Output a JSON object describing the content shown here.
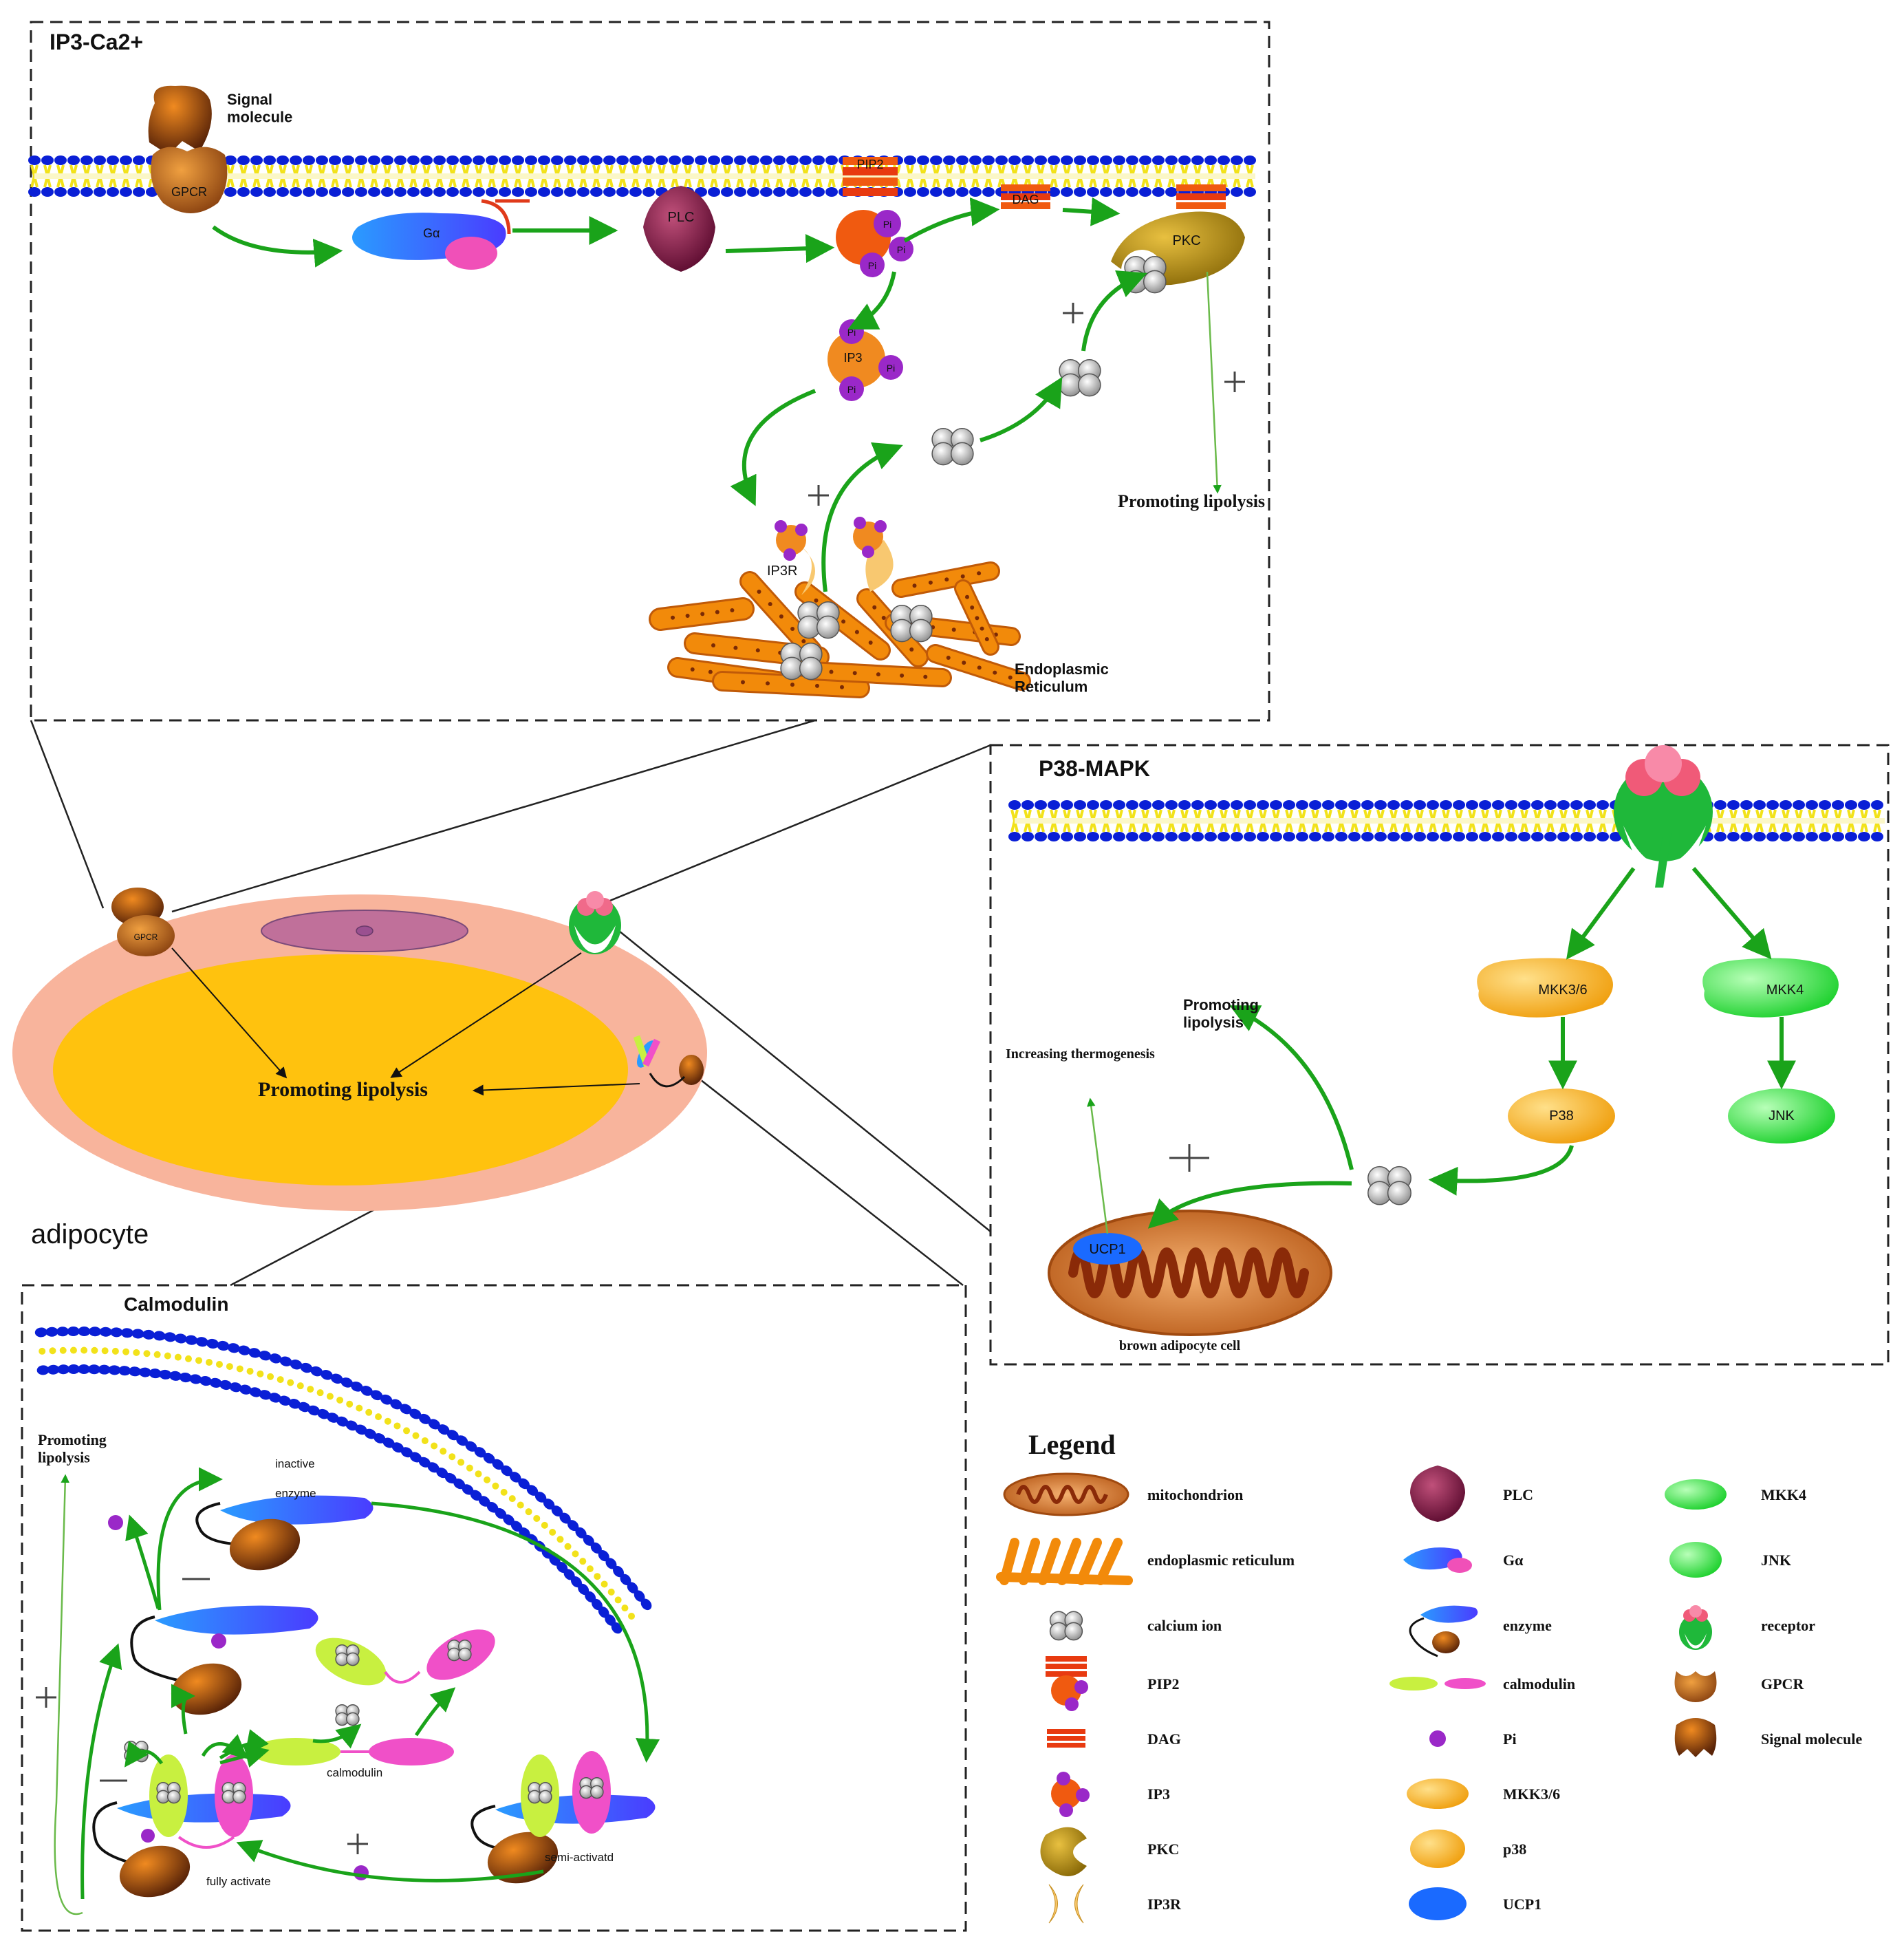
{
  "panels": {
    "ip3": {
      "title": "IP3-Ca2+",
      "signal_molecule": "Signal\nmolecule",
      "gpcr": "GPCR",
      "galpha": "Gα",
      "plc": "PLC",
      "pip2": "PIP2",
      "pi": "Pi",
      "dag": "DAG",
      "pkc": "PKC",
      "ip3": "IP3",
      "ip3r": "IP3R",
      "promoting_lipolysis": "Promoting lipolysis",
      "er_label": "Endoplasmic\nReticulum"
    },
    "p38": {
      "title": "P38-MAPK",
      "mkk36": "MKK3/6",
      "mkk4": "MKK4",
      "p38": "P38",
      "jnk": "JNK",
      "ucp1": "UCP1",
      "promoting_lipolysis": "Promoting\nlipolysis",
      "increasing_thermogenesis": "Increasing thermogenesis",
      "brown_cell": "brown adipocyte cell"
    },
    "calmodulin": {
      "title": "Calmodulin",
      "promoting_lipolysis": "Promoting\nlipolysis",
      "inactive": "inactive",
      "enzyme": "enzyme",
      "calmodulin_label": "calmodulin",
      "semi": "semi-activatd",
      "fully": "fully activate",
      "pi": "Pi"
    },
    "adipocyte": {
      "label": "adipocyte",
      "promoting_lipolysis": "Promoting lipolysis",
      "gpcr": "GPCR"
    }
  },
  "legend": {
    "title": "Legend",
    "items": [
      {
        "icon": "mitochondrion",
        "label": "mitochondrion"
      },
      {
        "icon": "er",
        "label": "endoplasmic reticulum"
      },
      {
        "icon": "calcium",
        "label": "calcium ion"
      },
      {
        "icon": "pip2",
        "label": "PIP2"
      },
      {
        "icon": "dag",
        "label": "DAG"
      },
      {
        "icon": "ip3",
        "label": "IP3"
      },
      {
        "icon": "pkc",
        "label": "PKC"
      },
      {
        "icon": "ip3r",
        "label": "IP3R"
      },
      {
        "icon": "plc",
        "label": "PLC"
      },
      {
        "icon": "galpha",
        "label": "Gα"
      },
      {
        "icon": "enzyme",
        "label": "enzyme"
      },
      {
        "icon": "calmodulin",
        "label": "calmodulin"
      },
      {
        "icon": "pi",
        "label": "Pi"
      },
      {
        "icon": "mkk36",
        "label": "MKK3/6"
      },
      {
        "icon": "p38",
        "label": "p38"
      },
      {
        "icon": "ucp1",
        "label": "UCP1"
      },
      {
        "icon": "mkk4",
        "label": "MKK4"
      },
      {
        "icon": "jnk",
        "label": "JNK"
      },
      {
        "icon": "receptor",
        "label": "receptor"
      },
      {
        "icon": "gpcr",
        "label": "GPCR"
      },
      {
        "icon": "signal",
        "label": "Signal molecule"
      }
    ]
  },
  "colors": {
    "arrow": "#1aa31a",
    "membrane_blue": "#0a1fd6",
    "membrane_yellow": "#f2e21a",
    "er": "#f28a0a",
    "cell_outer": "#f8b49c",
    "cell_inner": "#ffc20e"
  }
}
